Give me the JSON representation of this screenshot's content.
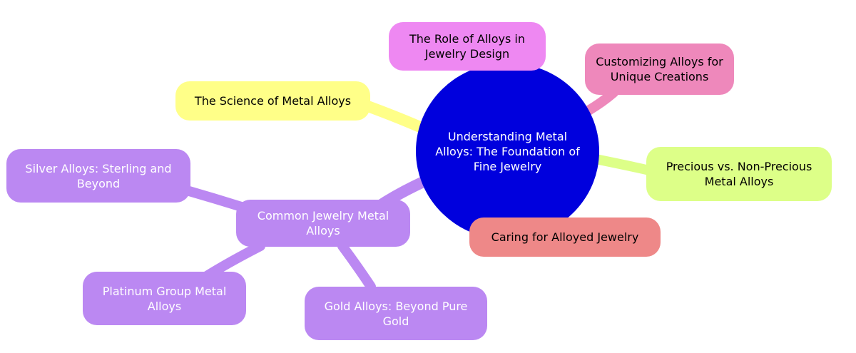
{
  "root": {
    "label": "Understanding Metal Alloys: The Foundation of Fine Jewelry",
    "color": "#0000dd"
  },
  "branches": [
    {
      "id": "science",
      "label": "The Science of Metal Alloys",
      "color": "#ffff88"
    },
    {
      "id": "role",
      "label": "The Role of Alloys in Jewelry Design",
      "color": "#ee88f2"
    },
    {
      "id": "customizing",
      "label": "Customizing Alloys for Unique Creations",
      "color": "#ee88bb"
    },
    {
      "id": "precious",
      "label": "Precious vs. Non-Precious Metal Alloys",
      "color": "#ddff88"
    },
    {
      "id": "caring",
      "label": "Caring for Alloyed Jewelry",
      "color": "#ee8888"
    },
    {
      "id": "common",
      "label": "Common Jewelry Metal Alloys",
      "color": "#bb88f2",
      "children": [
        {
          "id": "silver",
          "label": "Silver Alloys: Sterling and Beyond"
        },
        {
          "id": "platinum",
          "label": "Platinum Group Metal Alloys"
        },
        {
          "id": "gold",
          "label": "Gold Alloys: Beyond Pure Gold"
        }
      ]
    }
  ]
}
